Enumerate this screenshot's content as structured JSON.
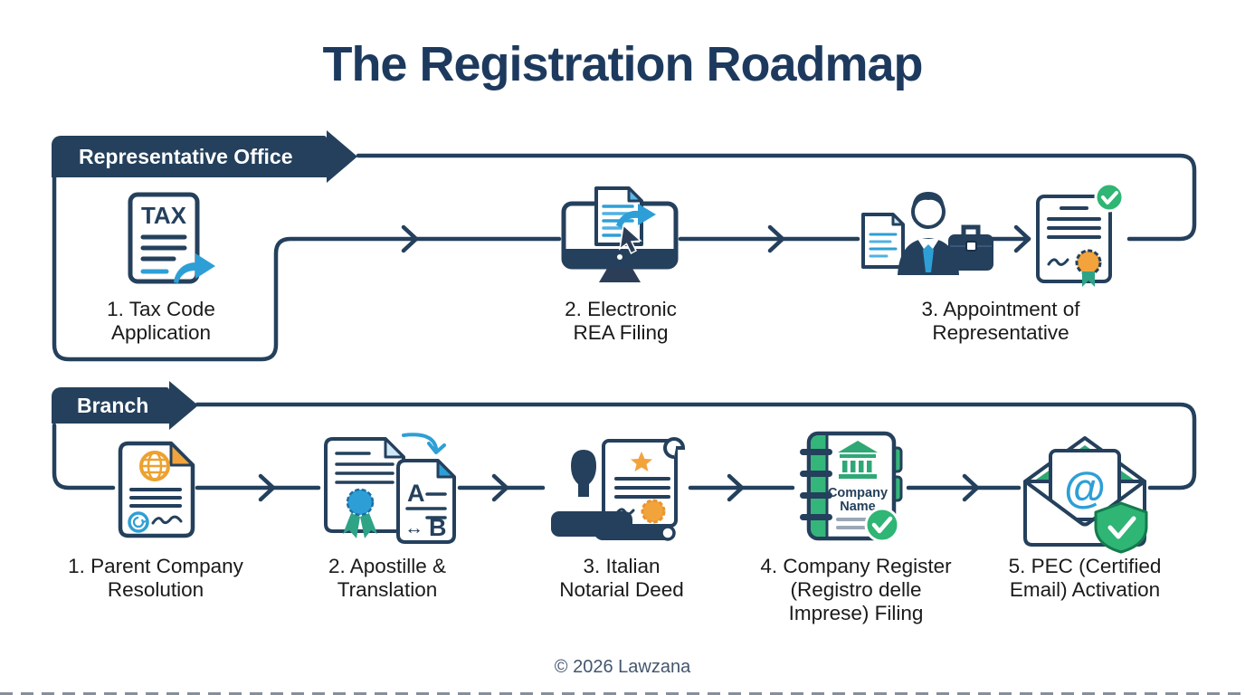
{
  "title": "The Registration Roadmap",
  "footer": "© 2026 Lawzana",
  "colors": {
    "navy": "#24405c",
    "blue": "#2e9fd6",
    "green": "#2fb574",
    "orange": "#f2a33c",
    "label_text": "#1a1a1a"
  },
  "tracks": [
    {
      "banner": "Representative Office",
      "steps": [
        {
          "label": "1. Tax Code\nApplication",
          "icon": "tax-document-icon"
        },
        {
          "label": "2. Electronic\nREA Filing",
          "icon": "monitor-filing-icon"
        },
        {
          "label": "3. Appointment of\nRepresentative",
          "icon": "representative-briefcase-icon"
        }
      ]
    },
    {
      "banner": "Branch",
      "steps": [
        {
          "label": "1. Parent Company\nResolution",
          "icon": "global-document-icon"
        },
        {
          "label": "2. Apostille &\nTranslation",
          "icon": "apostille-translation-icon"
        },
        {
          "label": "3. Italian\nNotarial Deed",
          "icon": "stamp-scroll-icon"
        },
        {
          "label": "4. Company Register\n(Registro delle\nImprese) Filing",
          "icon": "company-register-icon"
        },
        {
          "label": "5. PEC (Certified\nEmail) Activation",
          "icon": "certified-email-icon"
        }
      ]
    }
  ],
  "icon_texts": {
    "tax": "TAX",
    "company_line1": "Company",
    "company_line2": "Name",
    "translation_a": "A",
    "translation_arrows": "↔",
    "translation_b": "B",
    "at_sign": "@"
  }
}
